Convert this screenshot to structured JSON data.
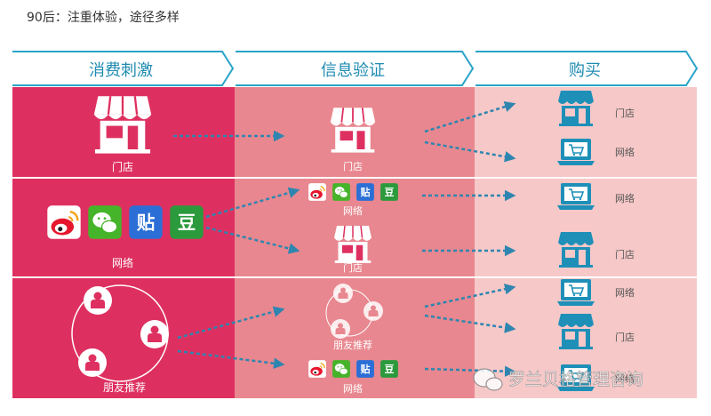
{
  "header": {
    "caption": "90后：注重体验，途径多样"
  },
  "stages": [
    {
      "label": "消费刺激"
    },
    {
      "label": "信息验证"
    },
    {
      "label": "购买"
    }
  ],
  "rows": {
    "row1": {
      "stimulus_label": "门店",
      "verify_label": "门店",
      "purchase": [
        "门店",
        "网络"
      ]
    },
    "row2": {
      "stimulus_label": "网络",
      "verify_labels": [
        "网络",
        "门店"
      ],
      "purchase": [
        "网络",
        "门店"
      ]
    },
    "row3": {
      "stimulus_label": "朋友推荐",
      "verify_labels": [
        "朋友推荐",
        "网络"
      ],
      "purchase": [
        "网络",
        "门店",
        "网络"
      ]
    }
  },
  "social_icons": [
    "weibo-icon",
    "wechat-icon",
    "tieba-icon",
    "douban-icon"
  ],
  "social_glyphs": {
    "tieba": "贴",
    "douban": "豆"
  },
  "watermark": {
    "text": "罗兰贝格管理咨询"
  },
  "colors": {
    "stage_line": "#29a3c8",
    "stage_text": "#1f8bb0",
    "col1": "#de3060",
    "col2": "#e8878f",
    "col3": "#f6c8c8",
    "teal": "#1e90b8",
    "arrow": "#2e86b0"
  }
}
